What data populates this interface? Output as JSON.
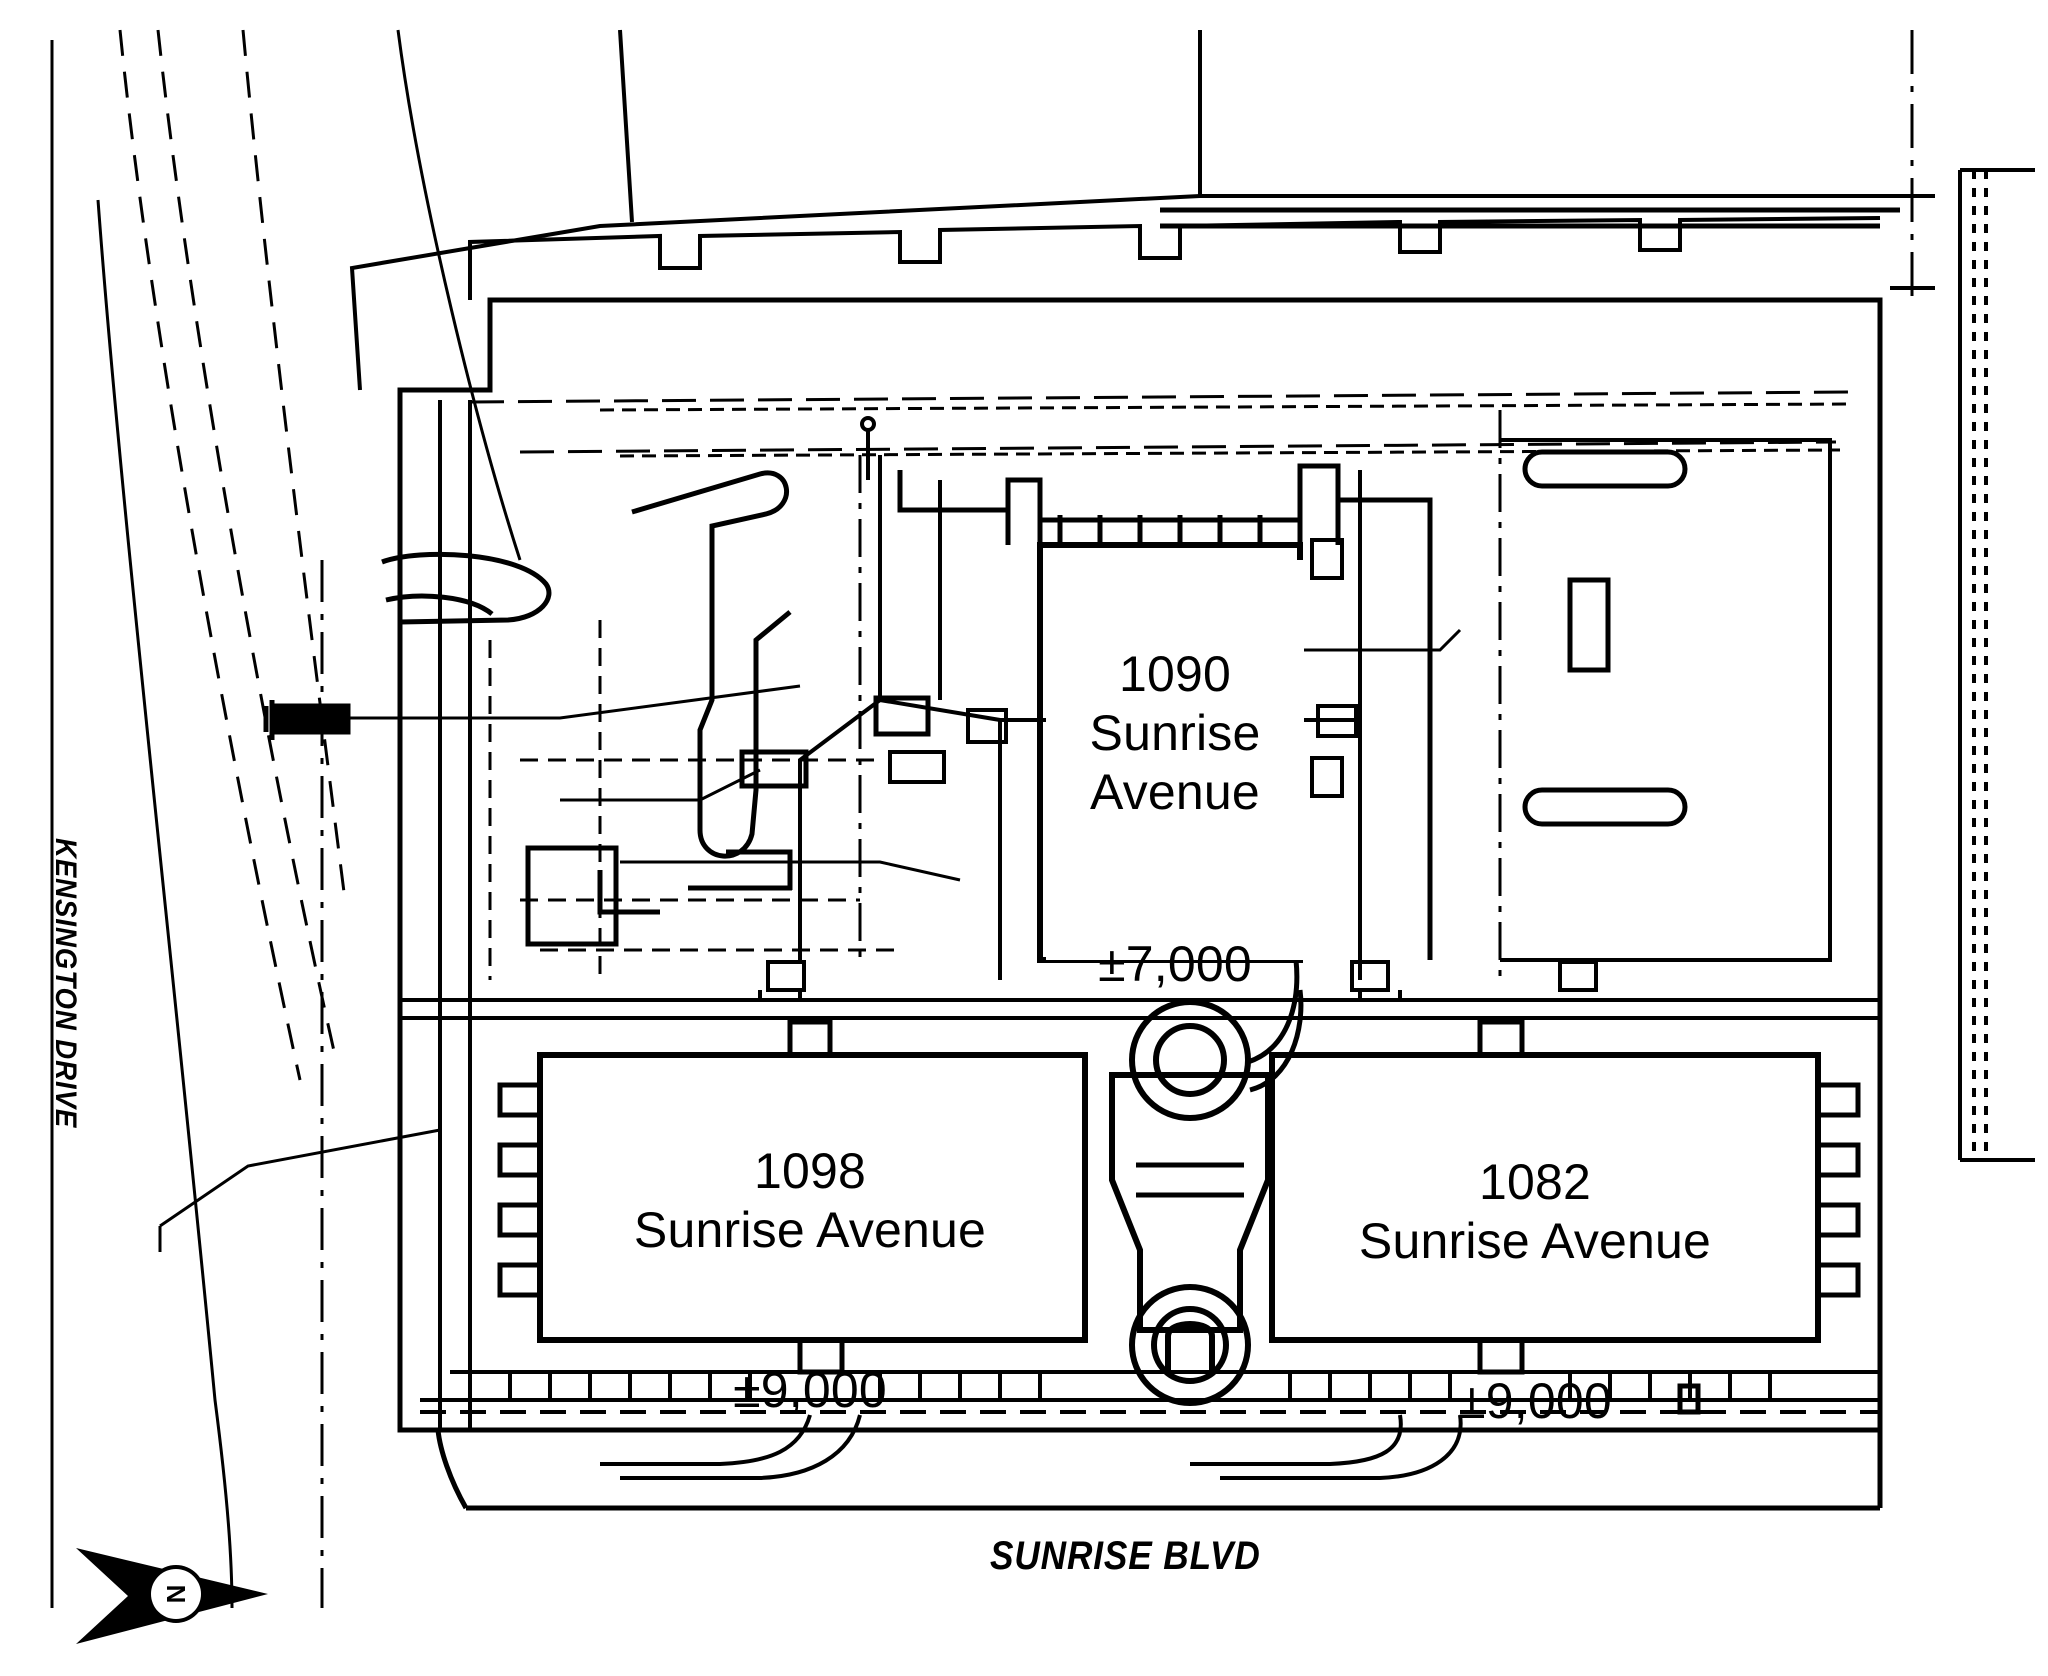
{
  "document": {
    "type": "architectural-site-plan",
    "background_color": "#ffffff",
    "line_color": "#000000"
  },
  "parcels": [
    {
      "id": "1090",
      "number": "1090",
      "street": "Sunrise",
      "street2": "Avenue",
      "name_block": "1090\nSunrise\nAvenue",
      "area": "±7,000"
    },
    {
      "id": "1098",
      "number": "1098",
      "street": "Sunrise Avenue",
      "name_block": "1098\nSunrise Avenue",
      "area": "±9,000"
    },
    {
      "id": "1082",
      "number": "1082",
      "street": "Sunrise Avenue",
      "name_block": "1082\nSunrise Avenue",
      "area": "±9,000"
    }
  ],
  "streets": {
    "bottom": "SUNRISE BLVD",
    "left": "KENSINGTON DRIVE"
  },
  "north_arrow": {
    "letter": "N",
    "direction": "right"
  }
}
